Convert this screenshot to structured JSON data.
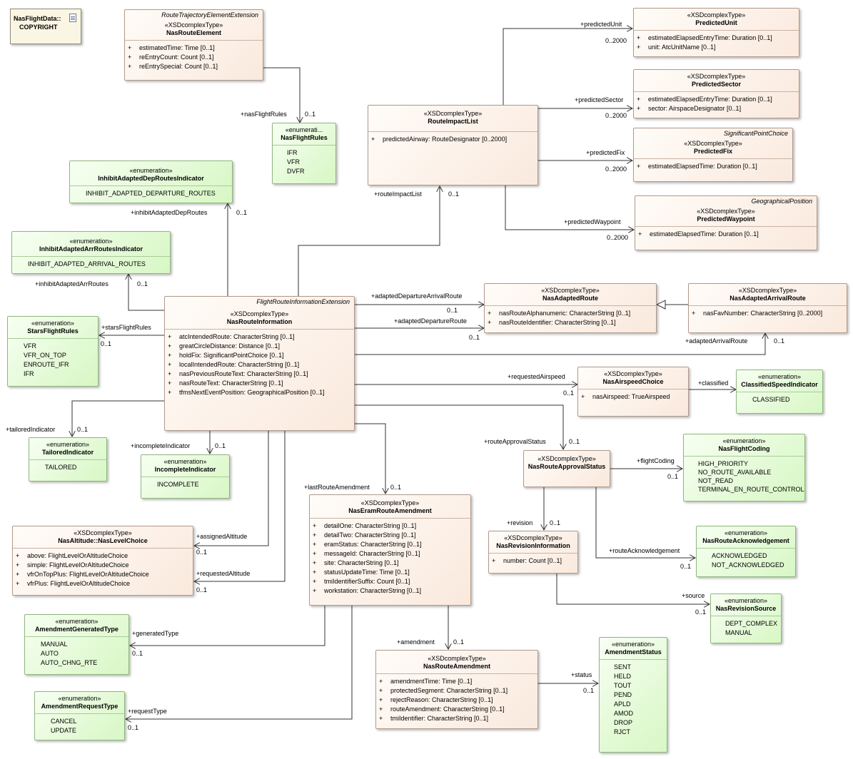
{
  "note": {
    "name": "NasFlightData::",
    "label": "COPYRIGHT"
  },
  "nodes": {
    "nasRouteElement": {
      "parent": "RouteTrajectoryElementExtension",
      "stereotype": "«XSDcomplexType»",
      "name": "NasRouteElement",
      "attrs": [
        "estimatedTime: Time [0..1]",
        "reEntryCount: Count [0..1]",
        "reEntrySpecial: Count [0..1]"
      ]
    },
    "nasFlightRules": {
      "stereotype": "«enumerati...",
      "name": "NasFlightRules",
      "literals": [
        "IFR",
        "VFR",
        "DVFR"
      ]
    },
    "inhibitDep": {
      "stereotype": "«enumeration»",
      "name": "InhibitAdaptedDepRoutesIndicator",
      "literals": [
        "INHIBIT_ADAPTED_DEPARTURE_ROUTES"
      ]
    },
    "inhibitArr": {
      "stereotype": "«enumeration»",
      "name": "InhibitAdaptedArrRoutesIndicator",
      "literals": [
        "INHIBIT_ADAPTED_ARRIVAL_ROUTES"
      ]
    },
    "starsFlightRules": {
      "stereotype": "«enumeration»",
      "name": "StarsFlightRules",
      "literals": [
        "VFR",
        "VFR_ON_TOP",
        "ENROUTE_IFR",
        "IFR"
      ]
    },
    "routeImpactList": {
      "stereotype": "«XSDcomplexType»",
      "name": "RouteImpactList",
      "attrs": [
        "predictedAirway: RouteDesignator [0..2000]"
      ]
    },
    "predictedUnit": {
      "stereotype": "«XSDcomplexType»",
      "name": "PredictedUnit",
      "attrs": [
        "estimatedElapsedEntryTime: Duration [0..1]",
        "unit: AtcUnitName [0..1]"
      ]
    },
    "predictedSector": {
      "stereotype": "«XSDcomplexType»",
      "name": "PredictedSector",
      "attrs": [
        "estimatedElapsedEntryTime: Duration [0..1]",
        "sector: AirspaceDesignator [0..1]"
      ]
    },
    "predictedFix": {
      "parent": "SignificantPointChoice",
      "stereotype": "«XSDcomplexType»",
      "name": "PredictedFix",
      "attrs": [
        "estimatedElapsedTime: Duration [0..1]"
      ]
    },
    "predictedWaypoint": {
      "parent": "GeographicalPosition",
      "stereotype": "«XSDcomplexType»",
      "name": "PredictedWaypoint",
      "attrs": [
        "estimatedElapsedTime: Duration [0..1]"
      ]
    },
    "nasRouteInformation": {
      "parent": "FlightRouteInformationExtension",
      "stereotype": "«XSDcomplexType»",
      "name": "NasRouteInformation",
      "attrs": [
        "atcIntendedRoute: CharacterString [0..1]",
        "greatCircleDistance: Distance [0..1]",
        "holdFix: SignificantPointChoice [0..1]",
        "localIntendedRoute: CharacterString [0..1]",
        "nasPreviousRouteText: CharacterString [0..1]",
        "nasRouteText: CharacterString [0..1]",
        "tfmsNextEventPosition: GeographicalPosition [0..1]"
      ]
    },
    "nasAdaptedRoute": {
      "stereotype": "«XSDcomplexType»",
      "name": "NasAdaptedRoute",
      "attrs": [
        "nasRouteAlphanumeric: CharacterString [0..1]",
        "nasRouteIdentifier: CharacterString [0..1]"
      ]
    },
    "nasAdaptedArrivalRoute": {
      "stereotype": "«XSDcomplexType»",
      "name": "NasAdaptedArrivalRoute",
      "attrs": [
        "nasFavNumber: CharacterString [0..2000]"
      ]
    },
    "nasAirspeedChoice": {
      "stereotype": "«XSDcomplexType»",
      "name": "NasAirspeedChoice",
      "attrs": [
        "nasAirspeed: TrueAirspeed"
      ]
    },
    "classifiedSpeed": {
      "stereotype": "«enumeration»",
      "name": "ClassifiedSpeedIndicator",
      "literals": [
        "CLASSIFIED"
      ]
    },
    "tailoredIndicator": {
      "stereotype": "«enumeration»",
      "name": "TailoredIndicator",
      "literals": [
        "TAILORED"
      ]
    },
    "incompleteIndicator": {
      "stereotype": "«enumeration»",
      "name": "IncompleteIndicator",
      "literals": [
        "INCOMPLETE"
      ]
    },
    "nasRouteApprovalStatus": {
      "stereotype": "«XSDcomplexType»",
      "name": "NasRouteApprovalStatus",
      "attrs": []
    },
    "nasFlightCoding": {
      "stereotype": "«enumeration»",
      "name": "NasFlightCoding",
      "literals": [
        "HIGH_PRIORITY",
        "NO_ROUTE_AVAILABLE",
        "NOT_READ",
        "TERMINAL_EN_ROUTE_CONTROL"
      ]
    },
    "nasLevelChoice": {
      "stereotype": "«XSDcomplexType»",
      "name": "NasAltitude::NasLevelChoice",
      "attrs": [
        "above: FlightLevelOrAltitudeChoice",
        "simple: FlightLevelOrAltitudeChoice",
        "vfrOnTopPlus: FlightLevelOrAltitudeChoice",
        "vfrPlus: FlightLevelOrAltitudeChoice"
      ]
    },
    "nasEramRouteAmendment": {
      "stereotype": "«XSDcomplexType»",
      "name": "NasEramRouteAmendment",
      "attrs": [
        "detailOne: CharacterString [0..1]",
        "detailTwo: CharacterString [0..1]",
        "eramStatus: CharacterString [0..1]",
        "messageId: CharacterString [0..1]",
        "site: CharacterString [0..1]",
        "statusUpdateTime: Time [0..1]",
        "tmiIdentifierSuffix: Count [0..1]",
        "workstation: CharacterString [0..1]"
      ]
    },
    "nasRevisionInformation": {
      "stereotype": "«XSDcomplexType»",
      "name": "NasRevisionInformation",
      "attrs": [
        "number: Count [0..1]"
      ]
    },
    "nasRouteAcknowledgement": {
      "stereotype": "«enumeration»",
      "name": "NasRouteAcknowledgement",
      "literals": [
        "ACKNOWLEDGED",
        "NOT_ACKNOWLEDGED"
      ]
    },
    "nasRevisionSource": {
      "stereotype": "«enumeration»",
      "name": "NasRevisionSource",
      "literals": [
        "DEPT_COMPLEX",
        "MANUAL"
      ]
    },
    "amendmentGeneratedType": {
      "stereotype": "«enumeration»",
      "name": "AmendmentGeneratedType",
      "literals": [
        "MANUAL",
        "AUTO",
        "AUTO_CHNG_RTE"
      ]
    },
    "amendmentStatus": {
      "stereotype": "«enumeration»",
      "name": "AmendmentStatus",
      "literals": [
        "SENT",
        "HELD",
        "TOUT",
        "PEND",
        "APLD",
        "AMOD",
        "DROP",
        "RJCT"
      ]
    },
    "nasRouteAmendment": {
      "stereotype": "«XSDcomplexType»",
      "name": "NasRouteAmendment",
      "attrs": [
        "amendmentTime: Time [0..1]",
        "protectedSegment: CharacterString [0..1]",
        "rejectReason: CharacterString [0..1]",
        "routeAmendment: CharacterString [0..1]",
        "tmiIdentifier: CharacterString [0..1]"
      ]
    },
    "amendmentRequestType": {
      "stereotype": "«enumeration»",
      "name": "AmendmentRequestType",
      "literals": [
        "CANCEL",
        "UPDATE"
      ]
    }
  },
  "visibility_marker": "+",
  "edge_labels": {
    "nasFlightRules_role": "+nasFlightRules",
    "nasFlightRules_mult": "0..1",
    "predictedUnit_role": "+predictedUnit",
    "predictedUnit_mult": "0..2000",
    "predictedSector_role": "+predictedSector",
    "predictedSector_mult": "0..2000",
    "predictedFix_role": "+predictedFix",
    "predictedFix_mult": "0..2000",
    "predictedWaypoint_role": "+predictedWaypoint",
    "predictedWaypoint_mult": "0..2000",
    "routeImpactList_role": "+routeImpactList",
    "routeImpactList_mult": "0..1",
    "inhibitDep_role": "+inhibitAdaptedDepRoutes",
    "inhibitDep_mult": "0..1",
    "inhibitArr_role": "+inhibitAdaptedArrRoutes",
    "inhibitArr_mult": "0..1",
    "stars_role": "+starsFlightRules",
    "stars_mult": "0..1",
    "adaptedDepArr_role": "+adaptedDepartureArrivalRoute",
    "adaptedDepArr_mult": "0..1",
    "adaptedDep_role": "+adaptedDepartureRoute",
    "adaptedDep_mult": "0..1",
    "adaptedArr_role": "+adaptedArrivalRoute",
    "adaptedArr_mult": "0..1",
    "airspeed_role": "+requestedAirspeed",
    "airspeed_mult": "0..1",
    "classified_role": "+classified",
    "tailored_role": "+tailoredIndicator",
    "tailored_mult": "0..1",
    "incomplete_role": "+incompleteIndicator",
    "incomplete_mult": "0..1",
    "approval_role": "+routeApprovalStatus",
    "approval_mult": "0..1",
    "flightCoding_role": "+flightCoding",
    "flightCoding_mult": "0..1",
    "lastAmend_role": "+lastRouteAmendment",
    "lastAmend_mult": "0..1",
    "assignedAlt_role": "+assignedAltitude",
    "assignedAlt_mult": "0..1",
    "requestedAlt_role": "+requestedAltitude",
    "requestedAlt_mult": "0..1",
    "revision_role": "+revision",
    "revision_mult": "0..1",
    "ack_role": "+routeAcknowledgement",
    "ack_mult": "0..1",
    "source_role": "+source",
    "source_mult": "0..1",
    "generated_role": "+generatedType",
    "generated_mult": "0..1",
    "amendment_role": "+amendment",
    "amendment_mult": "0..1",
    "status_role": "+status",
    "status_mult": "0..1",
    "requestType_role": "+requestType",
    "requestType_mult": "0..1"
  }
}
